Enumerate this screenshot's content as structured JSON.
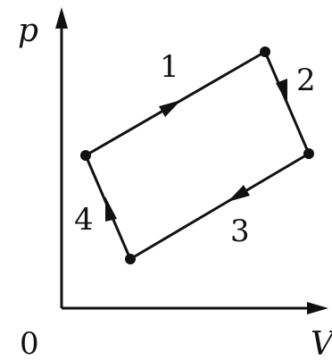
{
  "axes": {
    "y_label": "p",
    "x_label": "V",
    "origin_label": "0"
  },
  "cycle": {
    "process_labels": [
      "1",
      "2",
      "3",
      "4"
    ]
  }
}
